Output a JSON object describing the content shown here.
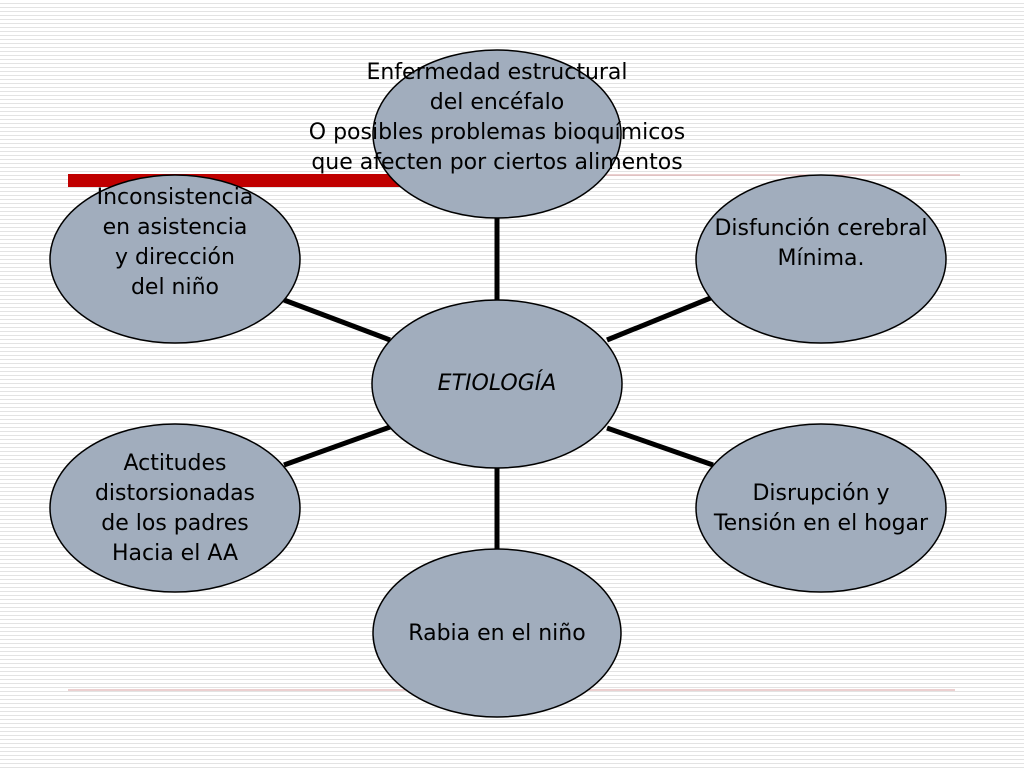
{
  "diagram": {
    "center": {
      "text": "ETIOLOGÍA"
    },
    "nodes": [
      {
        "id": "top",
        "text": "Enfermedad estructural\ndel encéfalo\nO posibles problemas bioquímicos\nque afecten por ciertos alimentos"
      },
      {
        "id": "upper-right",
        "text": "Disfunción cerebral\nMínima."
      },
      {
        "id": "lower-right",
        "text": "Disrupción y\nTensión en el hogar"
      },
      {
        "id": "bottom",
        "text": "Rabia en el niño"
      },
      {
        "id": "lower-left",
        "text": "Actitudes\ndistorsionadas\nde los padres\nHacia el AA"
      },
      {
        "id": "upper-left",
        "text": "Inconsistencia\nen asistencia\ny dirección\ndel niño"
      }
    ]
  },
  "colors": {
    "ellipse_fill": "#a1adbd",
    "ellipse_stroke": "#000000",
    "connector": "#000000",
    "accent_bar": "#c00000",
    "rule_line": "#d9a0a0"
  }
}
